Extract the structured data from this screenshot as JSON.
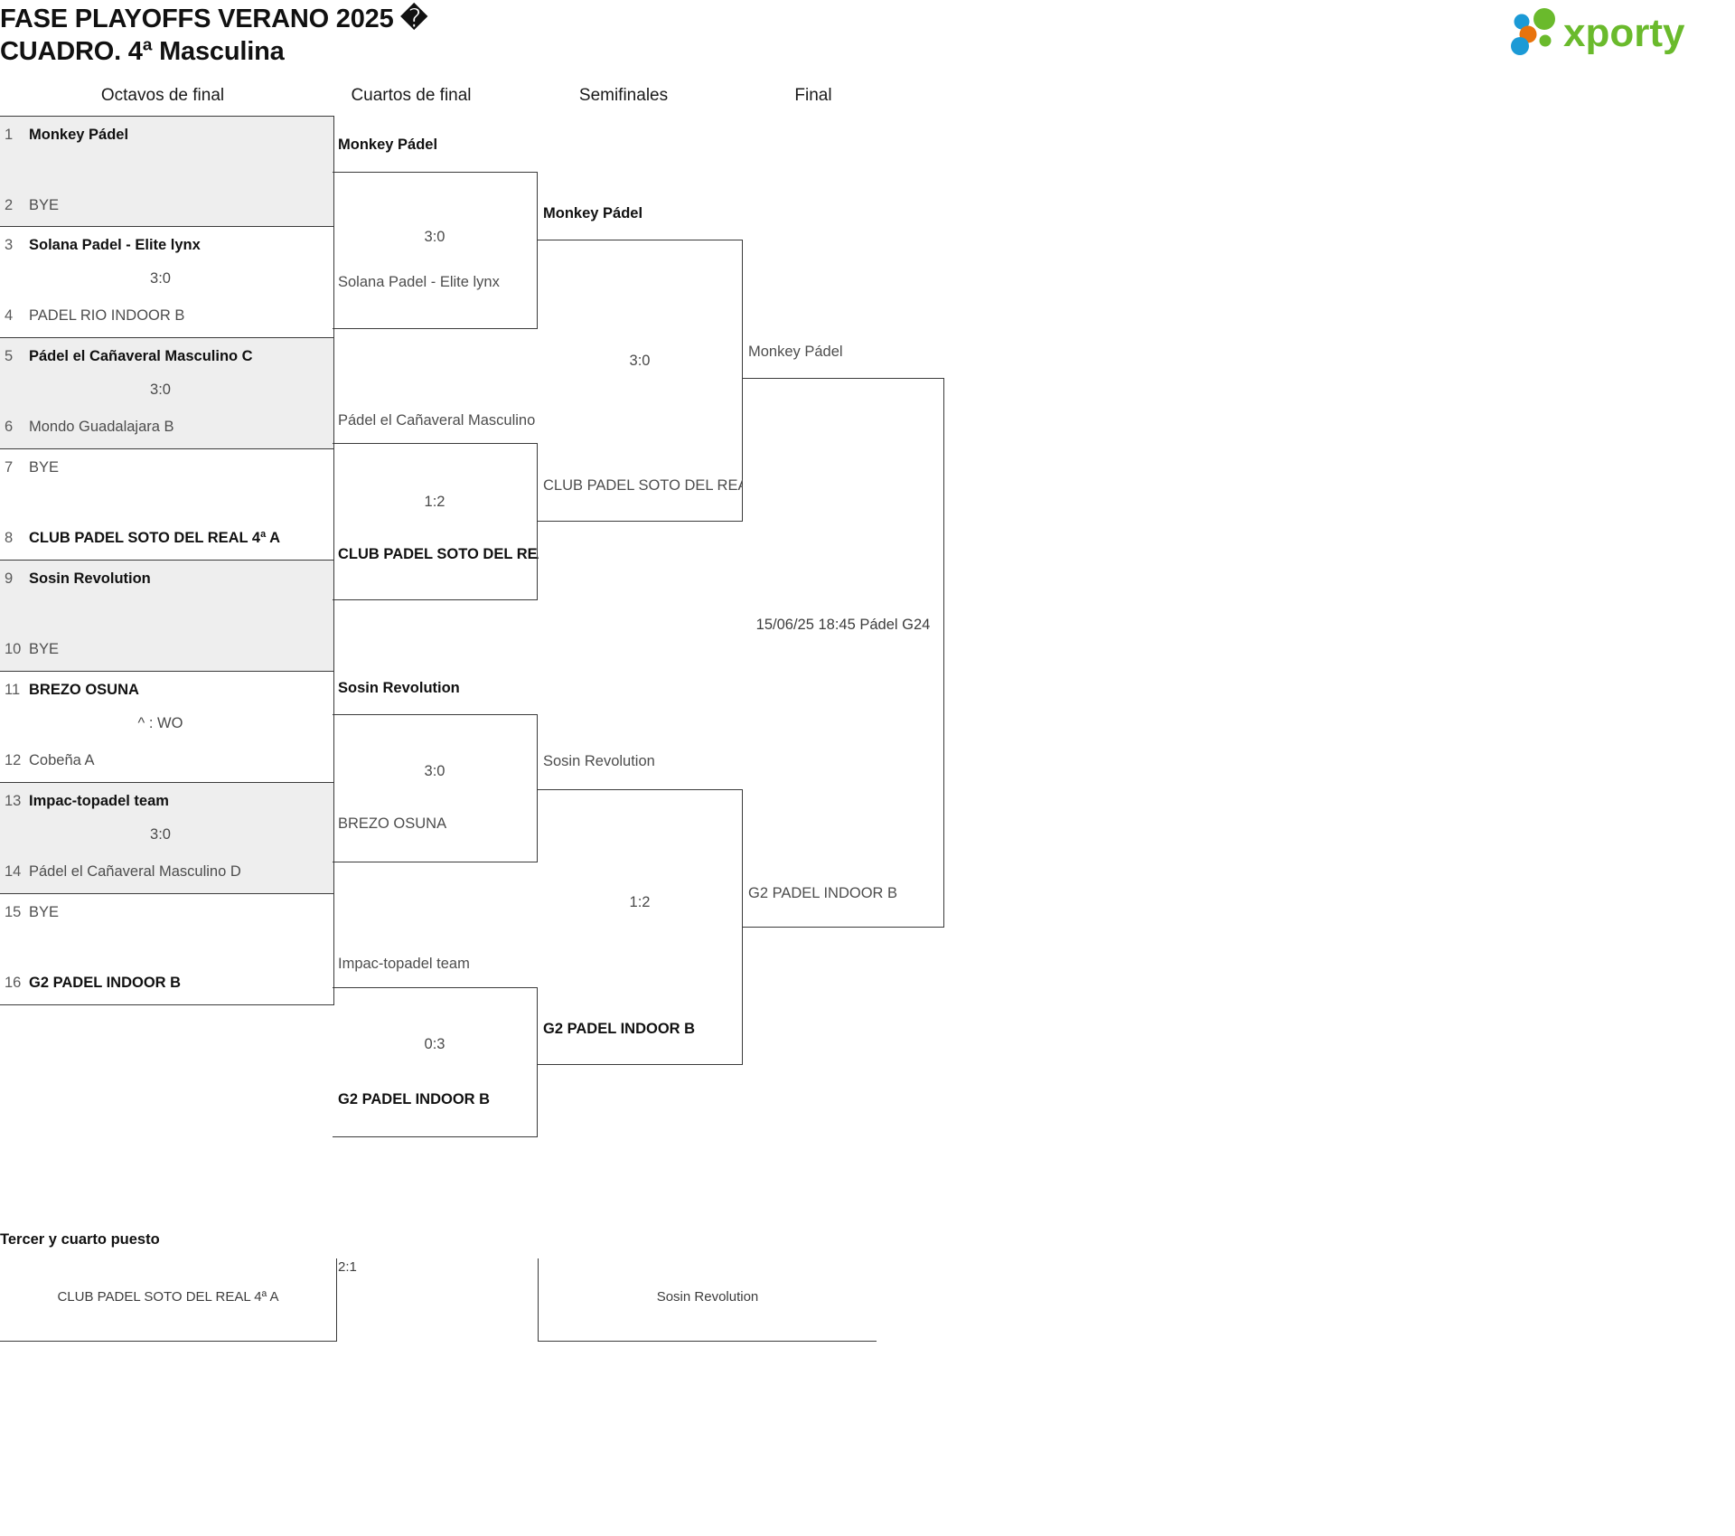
{
  "header": {
    "title": "FASE PLAYOFFS VERANO 2025 �\nCUADRO. 4ª Masculina",
    "logo_text": "xporty",
    "logo_colors": {
      "word": "#6aba2c",
      "dot_blue": "#1b9ad6",
      "dot_orange": "#e8730c",
      "dot_green": "#6aba2c"
    }
  },
  "rounds": [
    {
      "label": "Octavos de final"
    },
    {
      "label": "Cuartos de final"
    },
    {
      "label": "Semifinales"
    },
    {
      "label": "Final"
    }
  ],
  "round1": [
    {
      "seed_top": "1",
      "top": "Monkey Pádel",
      "top_state": "win",
      "seed_bot": "2",
      "bot": "BYE",
      "bot_state": "lose",
      "score": ""
    },
    {
      "seed_top": "3",
      "top": "Solana Padel - Elite lynx",
      "top_state": "win",
      "seed_bot": "4",
      "bot": "PADEL RIO INDOOR B",
      "bot_state": "lose",
      "score": "3:0"
    },
    {
      "seed_top": "5",
      "top": "Pádel el Cañaveral Masculino C",
      "top_state": "win",
      "seed_bot": "6",
      "bot": "Mondo Guadalajara B",
      "bot_state": "lose",
      "score": "3:0"
    },
    {
      "seed_top": "7",
      "top": "BYE",
      "top_state": "lose",
      "seed_bot": "8",
      "bot": "CLUB PADEL SOTO DEL REAL 4ª A",
      "bot_state": "win",
      "score": ""
    },
    {
      "seed_top": "9",
      "top": "Sosin Revolution",
      "top_state": "win",
      "seed_bot": "10",
      "bot": "BYE",
      "bot_state": "lose",
      "score": ""
    },
    {
      "seed_top": "11",
      "top": "BREZO OSUNA",
      "top_state": "win",
      "seed_bot": "12",
      "bot": "Cobeña A",
      "bot_state": "lose",
      "score": "^ : WO"
    },
    {
      "seed_top": "13",
      "top": "Impac-topadel team",
      "top_state": "win",
      "seed_bot": "14",
      "bot": "Pádel el Cañaveral Masculino D",
      "bot_state": "lose",
      "score": "3:0"
    },
    {
      "seed_top": "15",
      "top": "BYE",
      "top_state": "lose",
      "seed_bot": "16",
      "bot": "G2 PADEL INDOOR B",
      "bot_state": "win",
      "score": ""
    }
  ],
  "quarterfinals": [
    {
      "top": "Monkey Pádel",
      "top_state": "win",
      "bot": "Solana Padel - Elite lynx",
      "bot_state": "lose",
      "score": "3:0"
    },
    {
      "top": "Pádel el Cañaveral Masculino",
      "top_state": "lose",
      "bot": "CLUB PADEL SOTO DEL REAL",
      "bot_state": "win",
      "score": "1:2"
    },
    {
      "top": "Sosin Revolution",
      "top_state": "win",
      "bot": "BREZO OSUNA",
      "bot_state": "lose",
      "score": "3:0"
    },
    {
      "top": "Impac-topadel team",
      "top_state": "lose",
      "bot": "G2 PADEL INDOOR B",
      "bot_state": "win",
      "score": "0:3"
    }
  ],
  "semifinals": [
    {
      "top": "Monkey Pádel",
      "top_state": "win",
      "bot": "CLUB PADEL SOTO DEL REAL",
      "bot_state": "lose",
      "score": "3:0"
    },
    {
      "top": "Sosin Revolution",
      "top_state": "lose",
      "bot": "G2 PADEL INDOOR B",
      "bot_state": "win",
      "score": "1:2"
    }
  ],
  "final": {
    "top": "Monkey Pádel",
    "top_state": "lose",
    "bot": "G2 PADEL INDOOR B",
    "bot_state": "lose",
    "schedule": "15/06/25 18:45 Pádel G24"
  },
  "third_place": {
    "title": "Tercer y cuarto puesto",
    "left": "CLUB PADEL SOTO DEL REAL 4ª A",
    "right": "Sosin Revolution",
    "score": "2:1"
  }
}
